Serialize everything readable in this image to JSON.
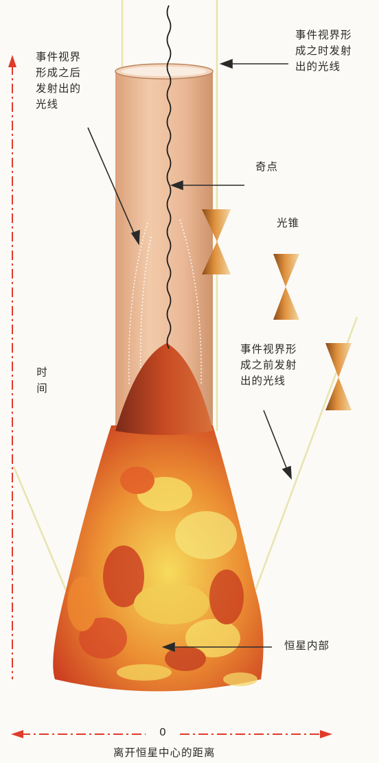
{
  "labels": {
    "light_at_horizon_formation": "事件视界形\n成之时发射\n出的光线",
    "light_after_horizon_formation": "事件视界\n形成之后\n发射出的\n光线",
    "singularity": "奇点",
    "light_cone": "光锥",
    "light_before_horizon_formation": "事件视界形\n成之前发射\n出的光线",
    "time_axis": "时间",
    "stellar_interior": "恒星内部",
    "origin": "0",
    "distance_axis": "离开恒星中心的距离"
  },
  "colors": {
    "axis_dashes": "#e03a2a",
    "cylinder": "#e9b48c",
    "cylinder_dark": "#c88a5c",
    "star_red": "#c8341e",
    "star_orange": "#ea7a2a",
    "star_yellow": "#f6e06a",
    "light_cone": "#c26b24",
    "arrows": "#2a2a2a"
  },
  "icons": [
    "arrow-left-icon",
    "arrow-down-diagonal-icon",
    "light-cone-icon"
  ]
}
